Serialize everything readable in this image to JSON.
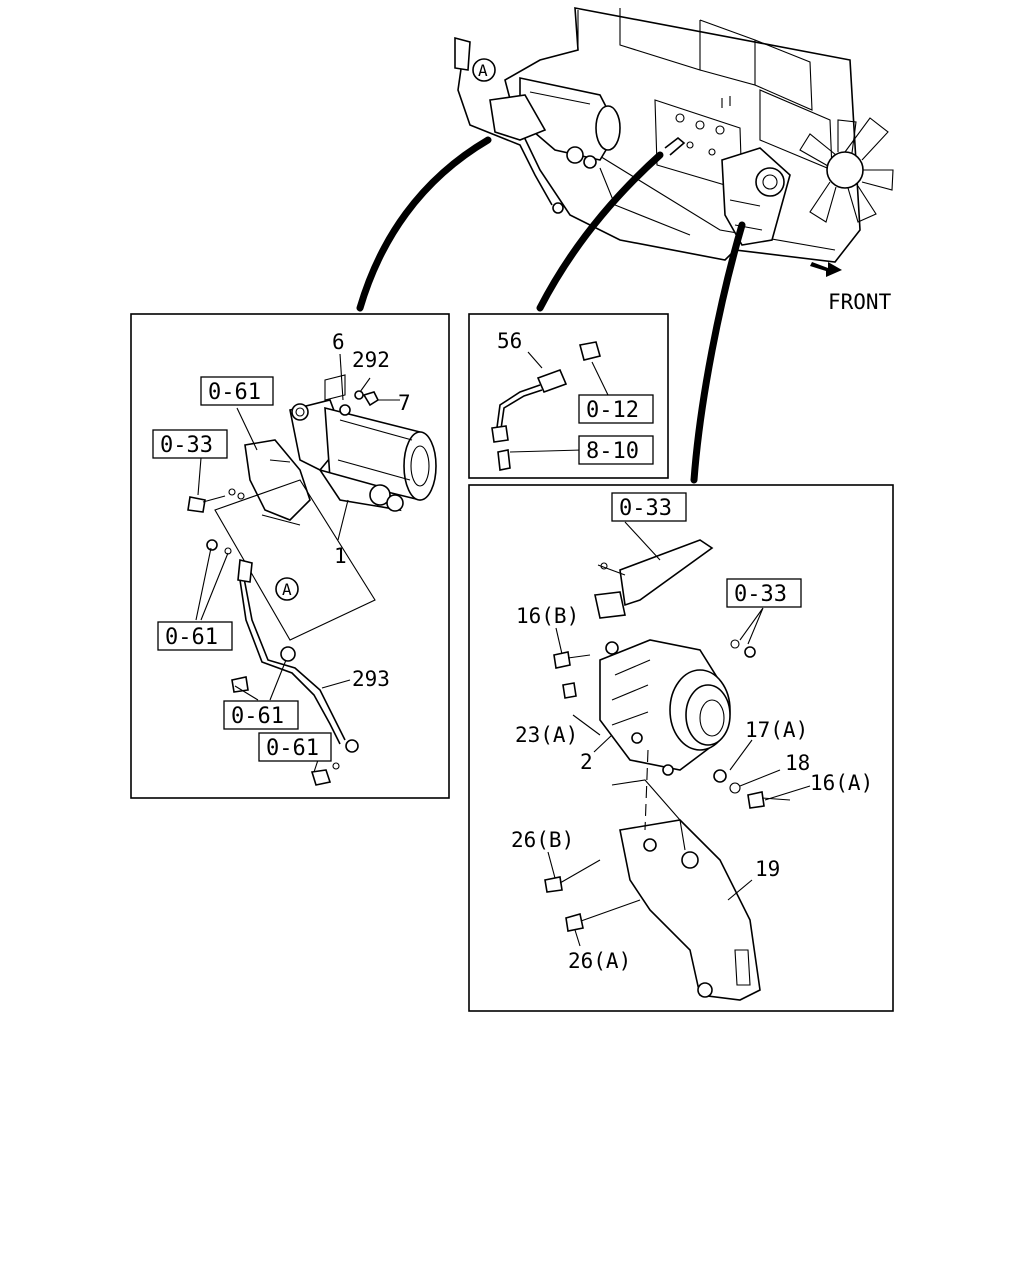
{
  "front_label": "FRONT",
  "circle_label": "A",
  "starter_panel": {
    "part_numbers": [
      "6",
      "292",
      "7",
      "1",
      "293"
    ],
    "refs": [
      "0-61",
      "0-33",
      "0-61",
      "0-61",
      "0-61"
    ]
  },
  "sensor_panel": {
    "part_numbers": [
      "56"
    ],
    "refs": [
      "0-12",
      "8-10"
    ]
  },
  "alternator_panel": {
    "part_numbers": [
      "16(B)",
      "23(A)",
      "2",
      "17(A)",
      "18",
      "16(A)",
      "26(B)",
      "19",
      "26(A)"
    ],
    "refs": [
      "0-33",
      "0-33"
    ]
  }
}
